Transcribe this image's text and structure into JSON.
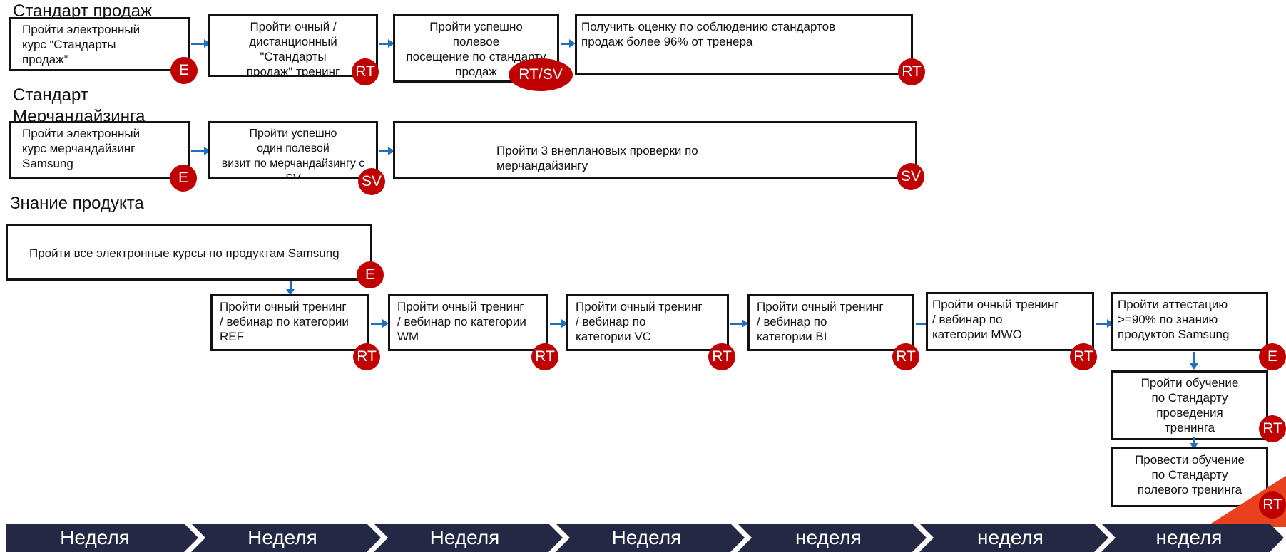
{
  "sections": {
    "sales": "Стандарт продаж",
    "merch": "Стандарт\nМерчандайзинга",
    "product": "Знание продукта"
  },
  "boxes": {
    "s1": "Пройти электронный\n  курс  “Стандарты\n  продаж”",
    "s2": "Пройти очный /\nдистанционный\n\"Стандарты\nпродаж\"   тренинг",
    "s3": "Пройти успешно\nполевое\nпосещение по стандарту\nпродаж",
    "s4": "Получить оценку по соблюдению стандартов\n                      продаж  более 96% от тренера",
    "m1": "Пройти электронный\nкурс  мерчандайзинг\nSamsung",
    "m2": "Пройти успешно\n  один  полевой\nвизит по мерчандайзингу с SV",
    "m3": "Пройти 3 внеплановых проверки по\nмерчандайзингу",
    "p0": "Пройти все электронные курсы по продуктам Samsung",
    "p1": "Пройти очный тренинг\n/  вебинар по категории\nREF",
    "p2": "Пройти очный тренинг\n/  вебинар по категории\nWM",
    "p3": "Пройти очный тренинг\n/  вебинар по\nкатегории VC",
    "p4": "Пройти очный тренинг\n/  вебинар по\nкатегории BI",
    "p5": "Пройти очный тренинг\n  /  вебинар по\n  категории MWO",
    "p6": "Пройти аттестацию\n  >=90%  по знанию\n  продуктов Samsung",
    "p7": "Пройти обучение\nпо  Стандарту\nпроведения\nтренинга",
    "p8": "Провести обучение\nпо  Стандарту\nполевого  тренинга"
  },
  "badges": {
    "E": "E",
    "RT": "RT",
    "SV": "SV",
    "RTSV": "RT/SV"
  },
  "timeline": {
    "weeks": [
      "Неделя",
      "Неделя",
      "Неделя",
      "Неделя",
      "неделя",
      "неделя",
      "неделя"
    ],
    "bar_color": "#232844",
    "accent_color": "#e8411e"
  },
  "colors": {
    "badge": "#c00000",
    "arrow": "#1f6fc0",
    "border": "#111111"
  }
}
